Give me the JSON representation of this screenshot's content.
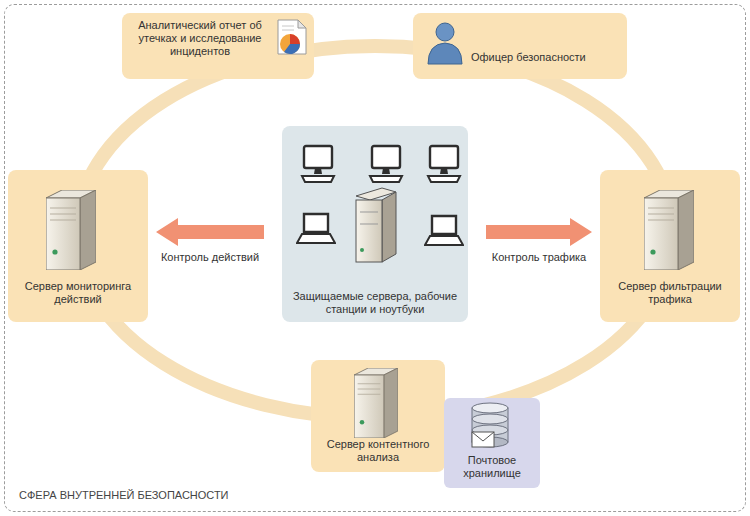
{
  "diagram": {
    "nodes": [
      {
        "text": [
          "СФЕРА ВНУТРЕННЕЙ БЕЗОПАСНОСТИ"
        ]
      },
      {
        "text": [
          "Аналитический отчет об утечках и исследование инцидентов"
        ],
        "in": 0
      },
      {
        "text": [
          "Офицер безопасности"
        ],
        "in": 0
      },
      {
        "text": [
          "Сервер мониторинга действий"
        ],
        "in": 0
      },
      {
        "text": [
          "Защищаемые сервера, рабочие станции и ноутбуки"
        ],
        "in": 0
      },
      {
        "text": [
          "Сервер фильтрации трафика"
        ],
        "in": 0
      },
      {
        "text": [
          "Сервер контентного анализа"
        ],
        "in": 0
      },
      {
        "text": [
          "Почтовое хранилище"
        ],
        "in": 0
      }
    ],
    "edges": [
      {
        "from": 4,
        "to": 3,
        "arrow": "to",
        "label": "Контроль действий"
      },
      {
        "from": 4,
        "to": 5,
        "arrow": "to",
        "label": "Контроль трафика"
      }
    ]
  }
}
